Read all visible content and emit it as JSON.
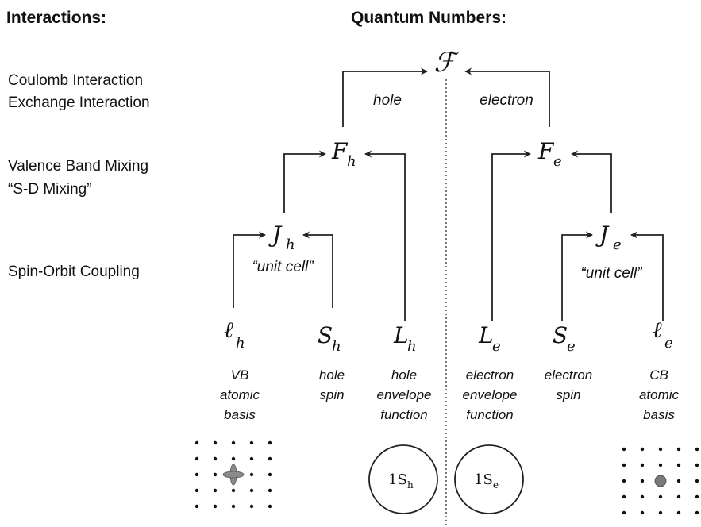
{
  "headers": {
    "interactions": "Interactions:",
    "quantum_numbers": "Quantum Numbers:"
  },
  "interactions": {
    "coulomb": "Coulomb Interaction",
    "exchange": "Exchange Interaction",
    "valence_band": "Valence Band Mixing",
    "sd_mixing": "“S-D Mixing”",
    "spin_orbit": "Spin-Orbit Coupling"
  },
  "top": {
    "symbol": "ℱ"
  },
  "branches": {
    "hole": "hole",
    "electron": "electron"
  },
  "nodes": {
    "Fh": {
      "base": "F",
      "sub": "h"
    },
    "Fe": {
      "base": "F",
      "sub": "e"
    },
    "Jh": {
      "base": "J",
      "sub": "h"
    },
    "Je": {
      "base": "J",
      "sub": "e"
    },
    "lh": {
      "base": "ℓ",
      "sub": "h"
    },
    "Sh": {
      "base": "S",
      "sub": "h"
    },
    "Lh": {
      "base": "L",
      "sub": "h"
    },
    "Le": {
      "base": "L",
      "sub": "e"
    },
    "Se": {
      "base": "S",
      "sub": "e"
    },
    "le": {
      "base": "ℓ",
      "sub": "e"
    }
  },
  "unit_cell": "“unit cell”",
  "descriptions": {
    "vb_basis": [
      "VB",
      "atomic",
      "basis"
    ],
    "hole_spin": [
      "hole",
      "spin"
    ],
    "hole_envelope": [
      "hole",
      "envelope",
      "function"
    ],
    "electron_envelope": [
      "electron",
      "envelope",
      "function"
    ],
    "electron_spin": [
      "electron",
      "spin"
    ],
    "cb_basis": [
      "CB",
      "atomic",
      "basis"
    ]
  },
  "orbitals": {
    "hole": {
      "base": "1S",
      "sub": "h"
    },
    "electron": {
      "base": "1S",
      "sub": "e"
    }
  }
}
